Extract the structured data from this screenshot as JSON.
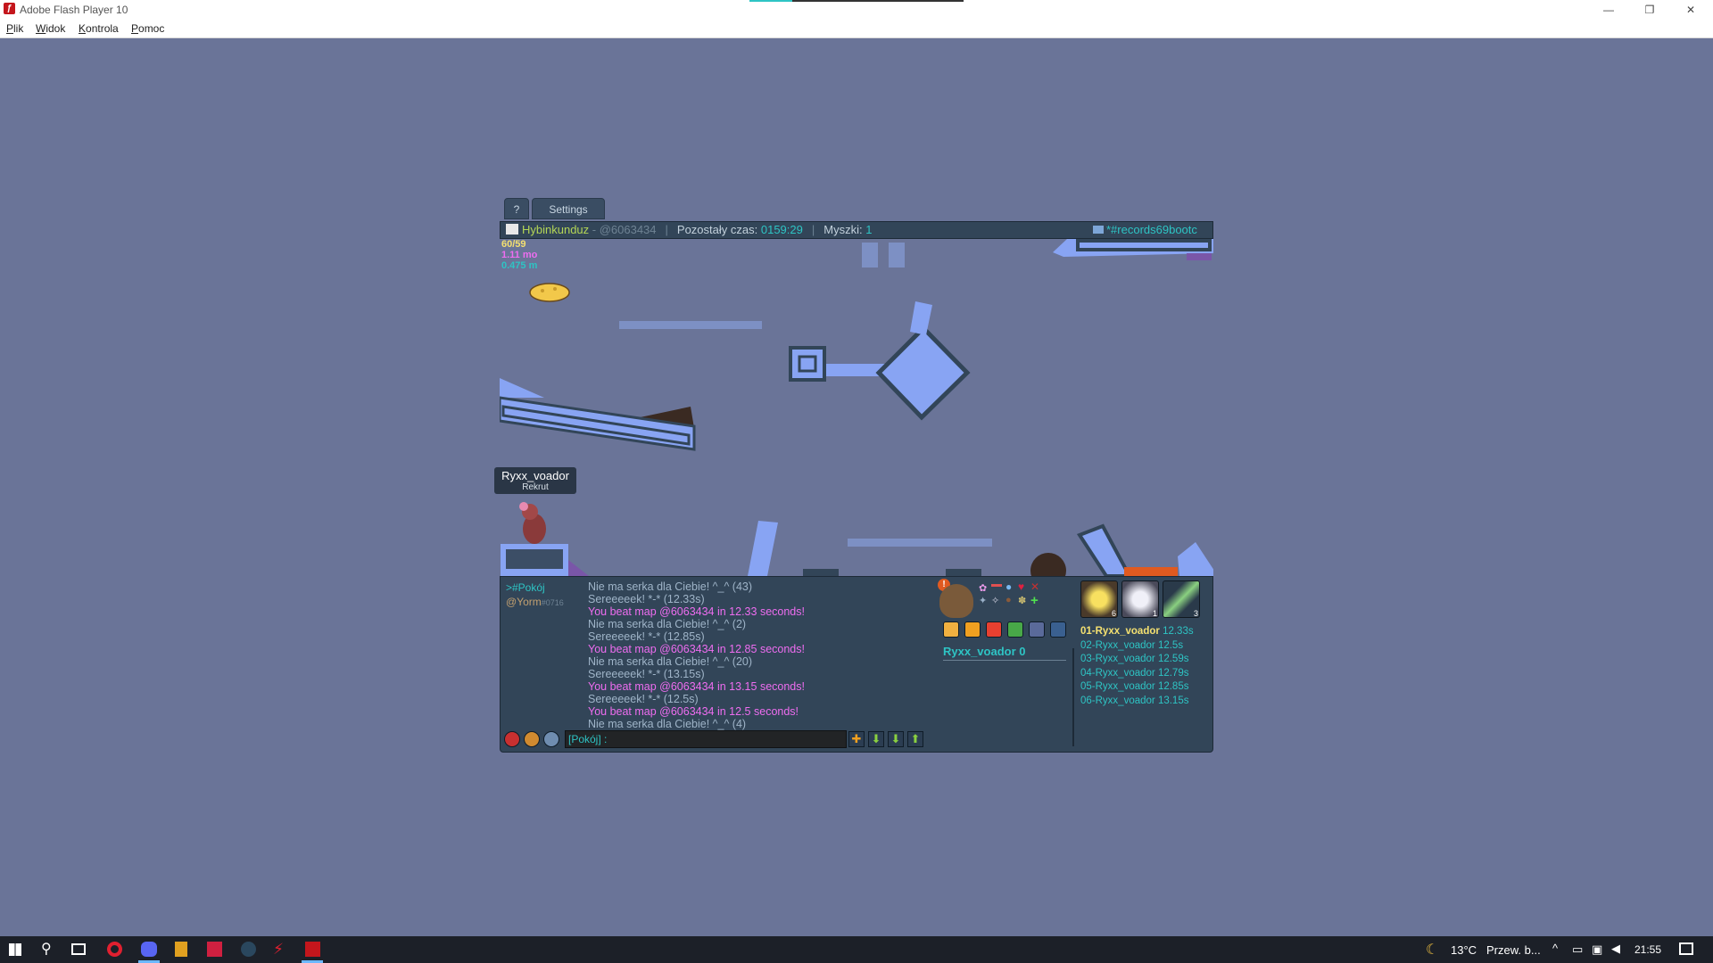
{
  "window": {
    "title": "Adobe Flash Player 10",
    "minimize": "—",
    "restore": "❐",
    "close": "✕",
    "loading_progress": 0.2
  },
  "menu": [
    "Plik",
    "Widok",
    "Kontrola",
    "Pomoc"
  ],
  "tabs": {
    "help": "?",
    "settings": "Settings"
  },
  "topbar": {
    "author": "Hybinkunduz",
    "map_code": " - @6063434",
    "time_label": "Pozostały czas:",
    "time_value": "0159:29",
    "mice_label": "Myszki:",
    "mice_value": "1",
    "room": "*#records69bootc"
  },
  "stats": {
    "line1": "60/59",
    "line2": "1.11 mo",
    "line3": "0.475 m"
  },
  "player_tag": {
    "name": "Ryxx_voador",
    "rank": "Rekrut"
  },
  "room_col": {
    "room": ">#Pokój",
    "user": "@Yorm",
    "user_tag": "#0716"
  },
  "chat": [
    {
      "text": "Nie ma serka dla Ciebie! ^_^ (43)",
      "color": "#9fb4c8"
    },
    {
      "text": "Sereeeeek! *-* (12.33s)",
      "color": "#9fb4c8"
    },
    {
      "text": "You beat map @6063434 in 12.33 seconds!",
      "color": "#ee6df0"
    },
    {
      "text": "Nie ma serka dla Ciebie! ^_^ (2)",
      "color": "#9fb4c8"
    },
    {
      "text": "Sereeeeek! *-* (12.85s)",
      "color": "#9fb4c8"
    },
    {
      "text": "You beat map @6063434 in 12.85 seconds!",
      "color": "#ee6df0"
    },
    {
      "text": "Nie ma serka dla Ciebie! ^_^ (20)",
      "color": "#9fb4c8"
    },
    {
      "text": "Sereeeeek! *-* (13.15s)",
      "color": "#9fb4c8"
    },
    {
      "text": "You beat map @6063434 in 13.15 seconds!",
      "color": "#ee6df0"
    },
    {
      "text": "Sereeeeek! *-* (12.5s)",
      "color": "#9fb4c8"
    },
    {
      "text": "You beat map @6063434 in 12.5 seconds!",
      "color": "#ee6df0"
    },
    {
      "text": "Nie ma serka dla Ciebie! ^_^ (4)",
      "color": "#9fb4c8"
    }
  ],
  "chat_input": {
    "prefix": "[Pokój] :"
  },
  "player_line": "Ryxx_voador 0",
  "portraits": [
    {
      "icon": "sun-badge-icon",
      "count": "6"
    },
    {
      "icon": "bunny-badge-icon",
      "count": "1"
    },
    {
      "icon": "syringe-badge-icon",
      "count": "3"
    }
  ],
  "records": [
    {
      "rank": "01-Ryxx_voador",
      "time": "12.33s"
    },
    {
      "rank": "02-Ryxx_voador",
      "time": "12.5s"
    },
    {
      "rank": "03-Ryxx_voador",
      "time": "12.59s"
    },
    {
      "rank": "04-Ryxx_voador",
      "time": "12.79s"
    },
    {
      "rank": "05-Ryxx_voador",
      "time": "12.85s"
    },
    {
      "rank": "06-Ryxx_voador",
      "time": "13.15s"
    }
  ],
  "taskbar": {
    "weather": "13°C",
    "weather_text": "Przew. b...",
    "time": "21:55"
  },
  "colors": {
    "background": "#6a7498",
    "panel": "#324558",
    "platform": "#88a4f3",
    "platform_edge": "#324558",
    "accent_cyan": "#2ec4c4",
    "magenta": "#ee6df0"
  }
}
